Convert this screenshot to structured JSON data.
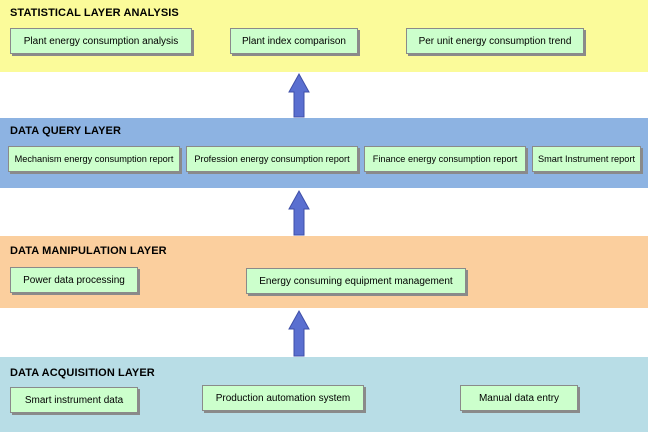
{
  "layers": {
    "statistical": {
      "title": "STATISTICAL LAYER ANALYSIS",
      "color": "#fbfb9a",
      "boxes": [
        "Plant energy consumption analysis",
        "Plant index comparison",
        "Per unit energy consumption trend"
      ]
    },
    "query": {
      "title": "DATA QUERY LAYER",
      "color": "#8db3e2",
      "boxes": [
        "Mechanism energy consumption report",
        "Profession energy consumption report",
        "Finance energy consumption report",
        "Smart Instrument report"
      ]
    },
    "manipulation": {
      "title": "DATA MANIPULATION LAYER",
      "color": "#fbcf9e",
      "boxes": [
        "Power data processing",
        "Energy consuming equipment management"
      ]
    },
    "acquisition": {
      "title": "DATA ACQUISITION LAYER",
      "color": "#b8dde6",
      "boxes": [
        "Smart instrument data",
        "Production automation system",
        "Manual data entry"
      ]
    }
  },
  "colors": {
    "box_fill": "#ccffcc",
    "arrow": "#5a6fd0"
  }
}
